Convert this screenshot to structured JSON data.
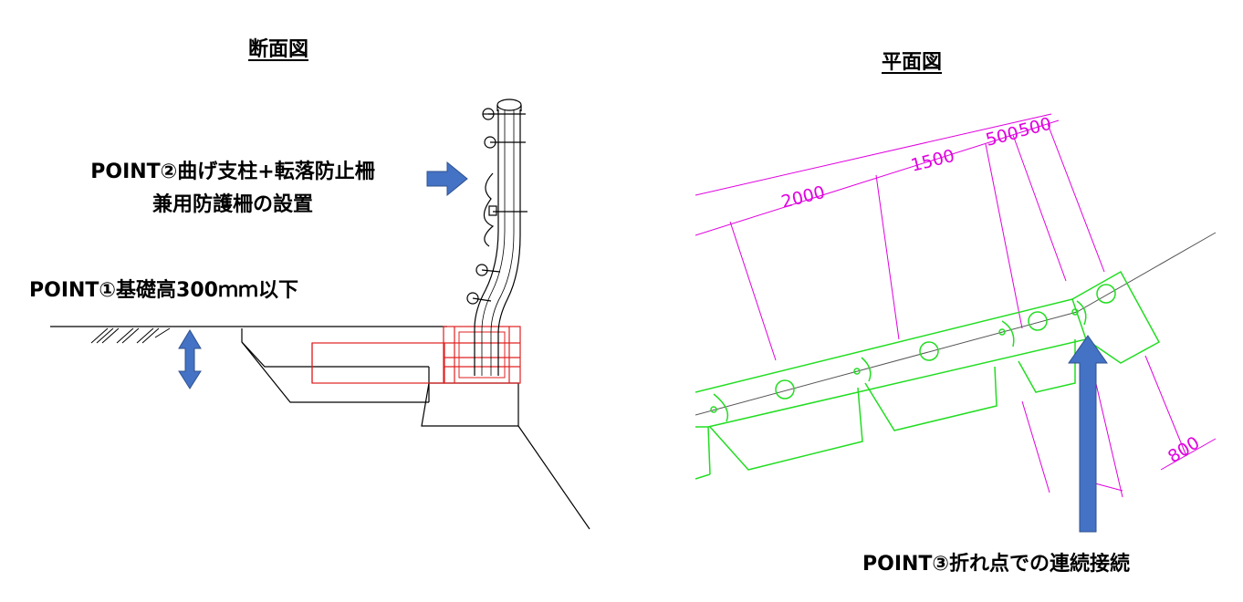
{
  "section": {
    "title": "断面図",
    "point2_line1": "POINT②曲げ支柱+転落防止柵",
    "point2_line2": "兼用防護柵の設置",
    "point1": "POINT①基礎高300ｍｍ以下"
  },
  "plan": {
    "title": "平面図",
    "dims": [
      "2000",
      "1500",
      "500",
      "500",
      "800"
    ],
    "point3": "POINT③折れ点での連続接続"
  },
  "colors": {
    "arrow": "#4472C4",
    "dimension": "#E000E0",
    "plan_outline": "#22DD22",
    "section_red": "#E02020"
  }
}
